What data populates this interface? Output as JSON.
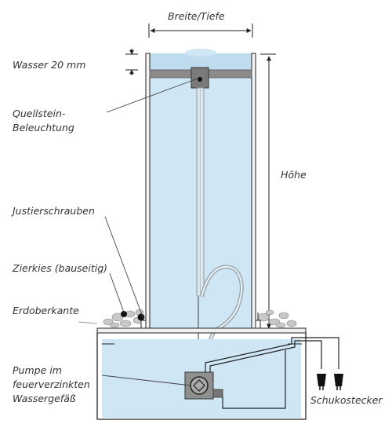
{
  "labels": {
    "width_depth": "Breite/Tiefe",
    "water": "Wasser 20 mm",
    "source_stone_line1": "Quellstein-",
    "source_stone_line2": "Beleuchtung",
    "height": "Höhe",
    "adjust_screws": "Justierschrauben",
    "gravel": "Zierkies (bauseitig)",
    "ground_level": "Erdoberkante",
    "pump_line1": "Pumpe im",
    "pump_line2": "feuerverzinkten",
    "pump_line3": "Wassergefäß",
    "plug": "Schukostecker"
  },
  "colors": {
    "water": "#cfe6f4",
    "outline": "#222222",
    "bar": "#8a8a8a",
    "pipe": "#aab8c2",
    "gravel": "#c8c8c8"
  }
}
